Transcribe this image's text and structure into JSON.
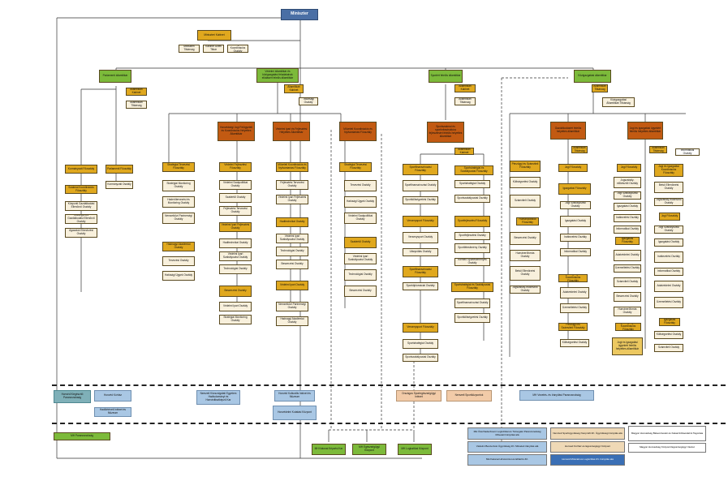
{
  "minister": "Miniszter",
  "cabinet": {
    "title": "Miniszteri Kabinet",
    "subs": [
      "Miniszteri Titkárság",
      "Kabinet Üzleti Titkár",
      "Stratégiai és Koordinációs Osztály"
    ]
  },
  "state_secretaries": [
    {
      "title": "Parlamenti államtitkár"
    },
    {
      "title": "Védelmi államtitkár és közigazgatási feladatainak ellátásért felelős államtitkár"
    },
    {
      "title": "Sportért felelős államtitkár"
    },
    {
      "title": "Közigazgatási államtitkár"
    }
  ],
  "parliament": {
    "cabinet": "Államtitkári Kabinet",
    "secretariat": "Államtitkári Titkárság",
    "depts": [
      "Kormányzati Főosztály",
      "Parlamenti Főosztály",
      "Szakmai Koordinációs Főosztály"
    ],
    "units": [
      "Központi Gazdálkodási Ellenőrző Osztály",
      "Költségvetés Gazdálkodási Ellenőrző Osztály",
      "Ágazatok Ellenőrzési Osztály",
      "Kormányzati Osztály"
    ]
  },
  "defense": {
    "cabinet": "Államtitkári Kabinet",
    "secretariat": "Titkársági Osztály",
    "deputy_a": "Honvédségi Jogi Felügyeleti és Koordinációs Helyettes Államtitkár",
    "deputy_b": "Védelmi Ipari és Fejlesztési Helyettes Államtitkár",
    "dept_a": "Stratégiai Tervezési Főosztály",
    "dept_b": "Védelmi Fejlesztési Főosztály",
    "dept_c": "Műveleti Koordinációs és Nyilvántartási Főosztály",
    "units_a": [
      "Stratégiai Monitoring Osztály",
      "Haderőtervezési és Monitoring Osztály",
      "Nemzetközi Partnerségi Osztály",
      "Hadnagyi Akadémiai Osztály",
      "Tervezési Osztály",
      "Hatósági Ügyek Osztály",
      "Védelmi Szakpolitikai Osztály",
      "Szakértői Osztály"
    ],
    "units_b": [
      "Fejlesztési Tervezési Osztály",
      "Védelmi Ipari Fejlesztési Osztály",
      "Haditechnikai Osztály",
      "Védelmi Ipari Szabályozási Osztály",
      "Technológiai Osztály",
      "Beszerzési Osztály",
      "Védelmi Ipari Osztály"
    ]
  },
  "sport": {
    "secretariat": "Államtitkári Kabinet",
    "cabinet": "Államtitkári Titkárság",
    "deputy": "Sportszakmai és sportinfrastruktúra fejlesztésért felelős helyettes államtitkár",
    "depts": [
      "Sportfinanszírozási Főosztály",
      "Sportstratégiai és Szabályozási Főosztály",
      "Versenysport Főosztály",
      "Sportfejlesztési Főosztály"
    ],
    "units": [
      "Sportfinanszírozási Osztály",
      "Sportköltségvetési Osztály",
      "Sportstratégiai Osztály",
      "Sportszabályozási Osztály",
      "Versenysport Osztály",
      "Utánpótlás Osztály",
      "Sportfejlesztési Osztály",
      "Sportlétesítmény Osztály",
      "Kiemelt Sportesemények Osztály",
      "Sportdiplomáciai Osztály"
    ]
  },
  "admin": {
    "cabinet": "Államtitkári Titkárság",
    "secretariat": "Közigazgatási Államtitkári Titkárság",
    "deputy_a": "Gazdálkodásért felelős helyettes államtitkár",
    "deputy_b": "Jogi és igazgatási ügyekért felelős helyettes államtitkár",
    "depts": [
      "Pénzügyi és Számviteli Főosztály",
      "Humánpolitikai Főosztály",
      "Jogi Főosztály",
      "Igazgatási Főosztály",
      "Jogi és Igazgatási Koordinációs Főosztály"
    ],
    "units": [
      "Költségvetési Osztály",
      "Számviteli Osztály",
      "Beszerzési Osztály",
      "Humánerőforrás Osztály",
      "Belső Ellenőrzési Osztály",
      "Jogszabály-előkészítő Osztály",
      "Jogi Szabályozási Osztály",
      "Igazgatási Osztály",
      "Iratkezelési Osztály",
      "Informatikai Osztály",
      "Adatvédelmi Osztály",
      "Üzemeltetési Osztály"
    ]
  },
  "background": {
    "left": [
      "Honvéd Kiegészítő Parancsnokság",
      "Honvéd Kórház",
      "MH Térképészeti Szolgálat",
      "Hadtörténeti Intézet és Múzeum"
    ],
    "mid": [
      "Nemzeti Közszolgálati Egyetem Hadtudományi és Honvédtisztképző Kar",
      "Honvéd Kulturális Intézet és Múzeum",
      "Honvédelmi Kutatási Központ"
    ],
    "sport_bg": [
      "Országos Sportegészségügyi Intézet",
      "Nemzeti Sportközpontok"
    ],
    "admin_bg": [
      "MH Vezetés- és Irányítási Parancsnokság"
    ]
  },
  "bottom": {
    "left": "MH Parancsnokság",
    "center": [
      "MH Katonai Képzési Kar",
      "MH Egészségügyi Központ",
      "MH Logisztikai Központ"
    ]
  },
  "legend": [
    "MH Összhaderőnemi Logisztikai és Támogató Parancsnokság Műveleti Irányítási alá",
    "Nemzeti Sportügynökség Nonprofit Zrt. Ügynökségi irányítás alá",
    "Magyar Honvédség Békeműveleti és Katasztrófavédelmi Tagozata",
    "Védelmi Beszerzési Ügynökség Zrt. Műveleti irányítás alá",
    "Honvéd Kórház és Egészségügyi Központ",
    "Magyar Honvédség Központi Egészségügyi Intézet",
    "MH Katonai Hírszerzési és Elhárító Zrt.",
    "Honvéd Műszaki és Logisztikai Zrt. Irányítás alá"
  ]
}
